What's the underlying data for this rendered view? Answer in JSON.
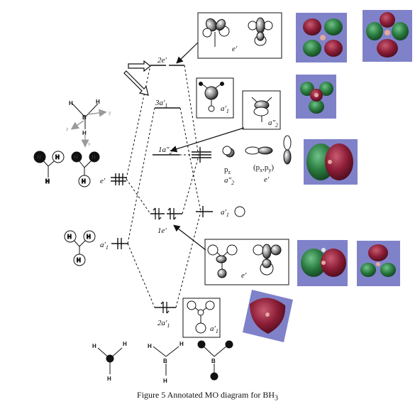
{
  "caption": "Figure 5 Annotated MO diagram for BH",
  "caption_sub": "3",
  "mo_levels": {
    "e2": "2e′",
    "a1_3": "3a′",
    "a1_3_sub": "1",
    "a2_1": "1a″",
    "a2_1_sub": "2",
    "e1": "1e′",
    "a1_2": "2a′",
    "a1_2_sub": "1"
  },
  "left_fragment": {
    "e_label": "e′",
    "a1_label": "a′",
    "a1_sub": "1"
  },
  "right_fragment": {
    "a1_label": "a′",
    "a1_sub": "1",
    "pz_label": "p",
    "pz_sub": "z",
    "pz_sym": "a″",
    "pz_sym_sub": "2",
    "pxy_label": "(p",
    "pxy_sub_x": "x",
    "pxy_sep": ",p",
    "pxy_sub_y": "y",
    "pxy_close": ")",
    "pxy_sym": "e′"
  },
  "boxes": {
    "top_e": "e′",
    "a1_3": "a′",
    "a1_3_sub": "1",
    "a2": "a″",
    "a2_sub": "2",
    "e1": "e′",
    "a1_2": "a′",
    "a1_2_sub": "1"
  },
  "axes": {
    "y": "y",
    "z": "z",
    "x": "x"
  },
  "atoms": {
    "B": "B",
    "H": "H"
  },
  "colors": {
    "orbital_bg": "#7f82c9",
    "lobe_red": "#8a1d35",
    "lobe_green": "#2a7a3e",
    "axis_gray": "#9a9a9a"
  }
}
